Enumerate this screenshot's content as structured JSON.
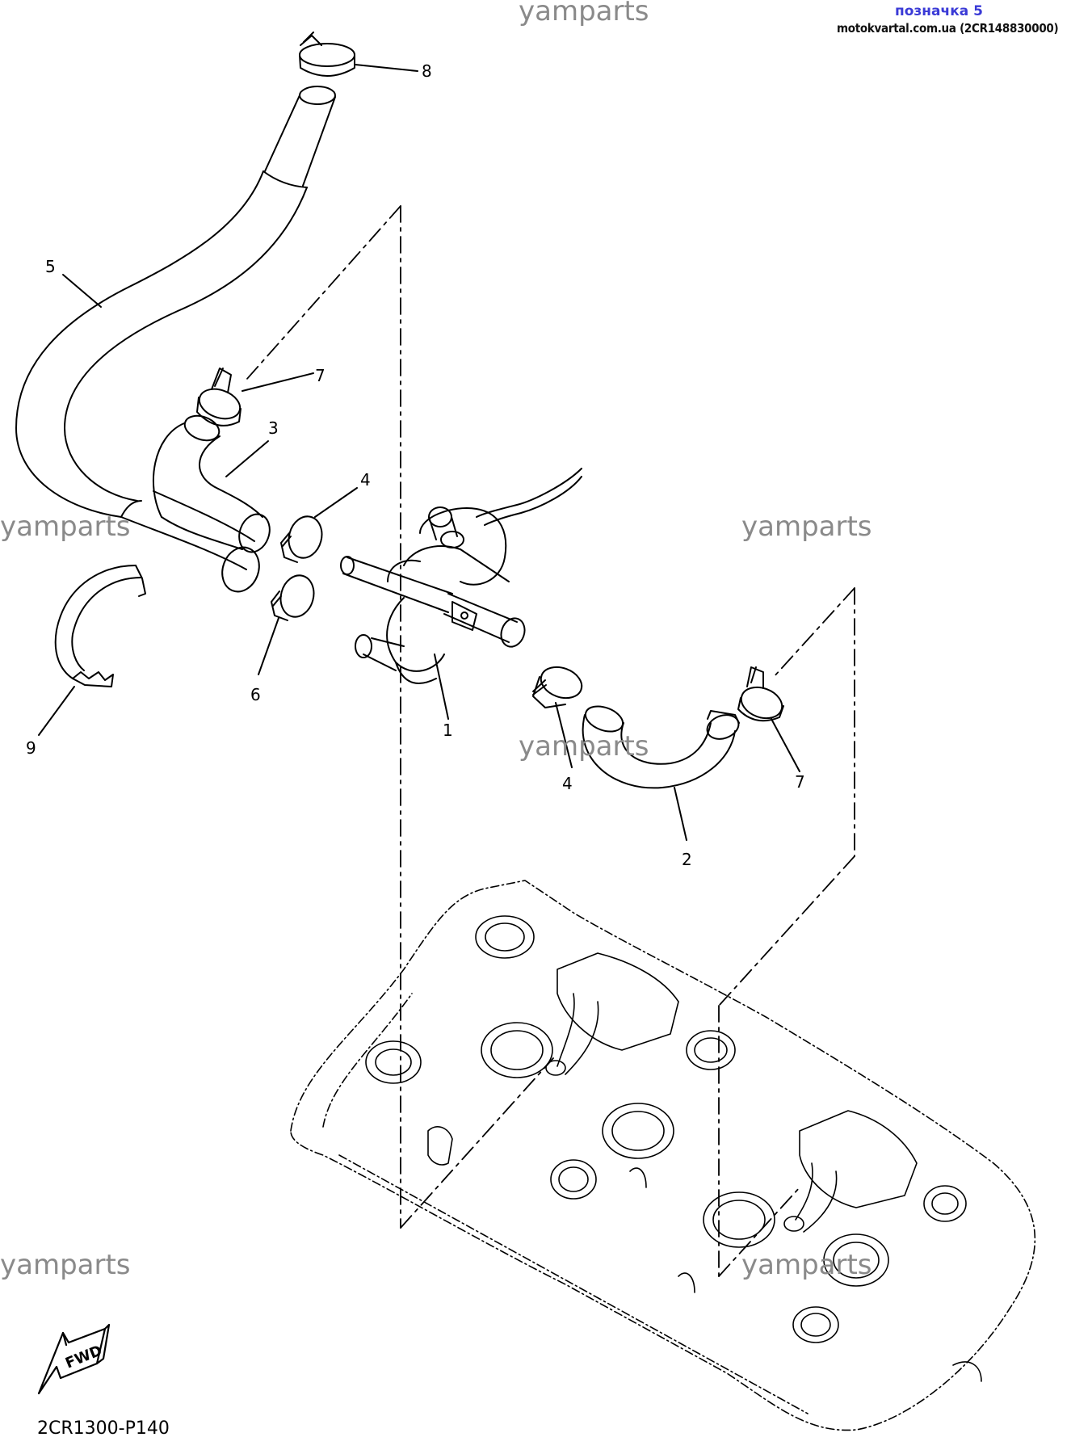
{
  "header": {
    "link_text": "позначка 5",
    "site_text": "motokvartal.com.ua (2CR148830000)"
  },
  "watermark": "yamparts",
  "callouts": [
    "8",
    "5",
    "7",
    "3",
    "4",
    "6",
    "9",
    "1",
    "4",
    "7",
    "2"
  ],
  "fwd_label": "FWD",
  "diagram_code": "2CR1300-P140",
  "colors": {
    "link": "#3a3ad6",
    "watermark": "#8a8a8a",
    "line": "#000000"
  }
}
